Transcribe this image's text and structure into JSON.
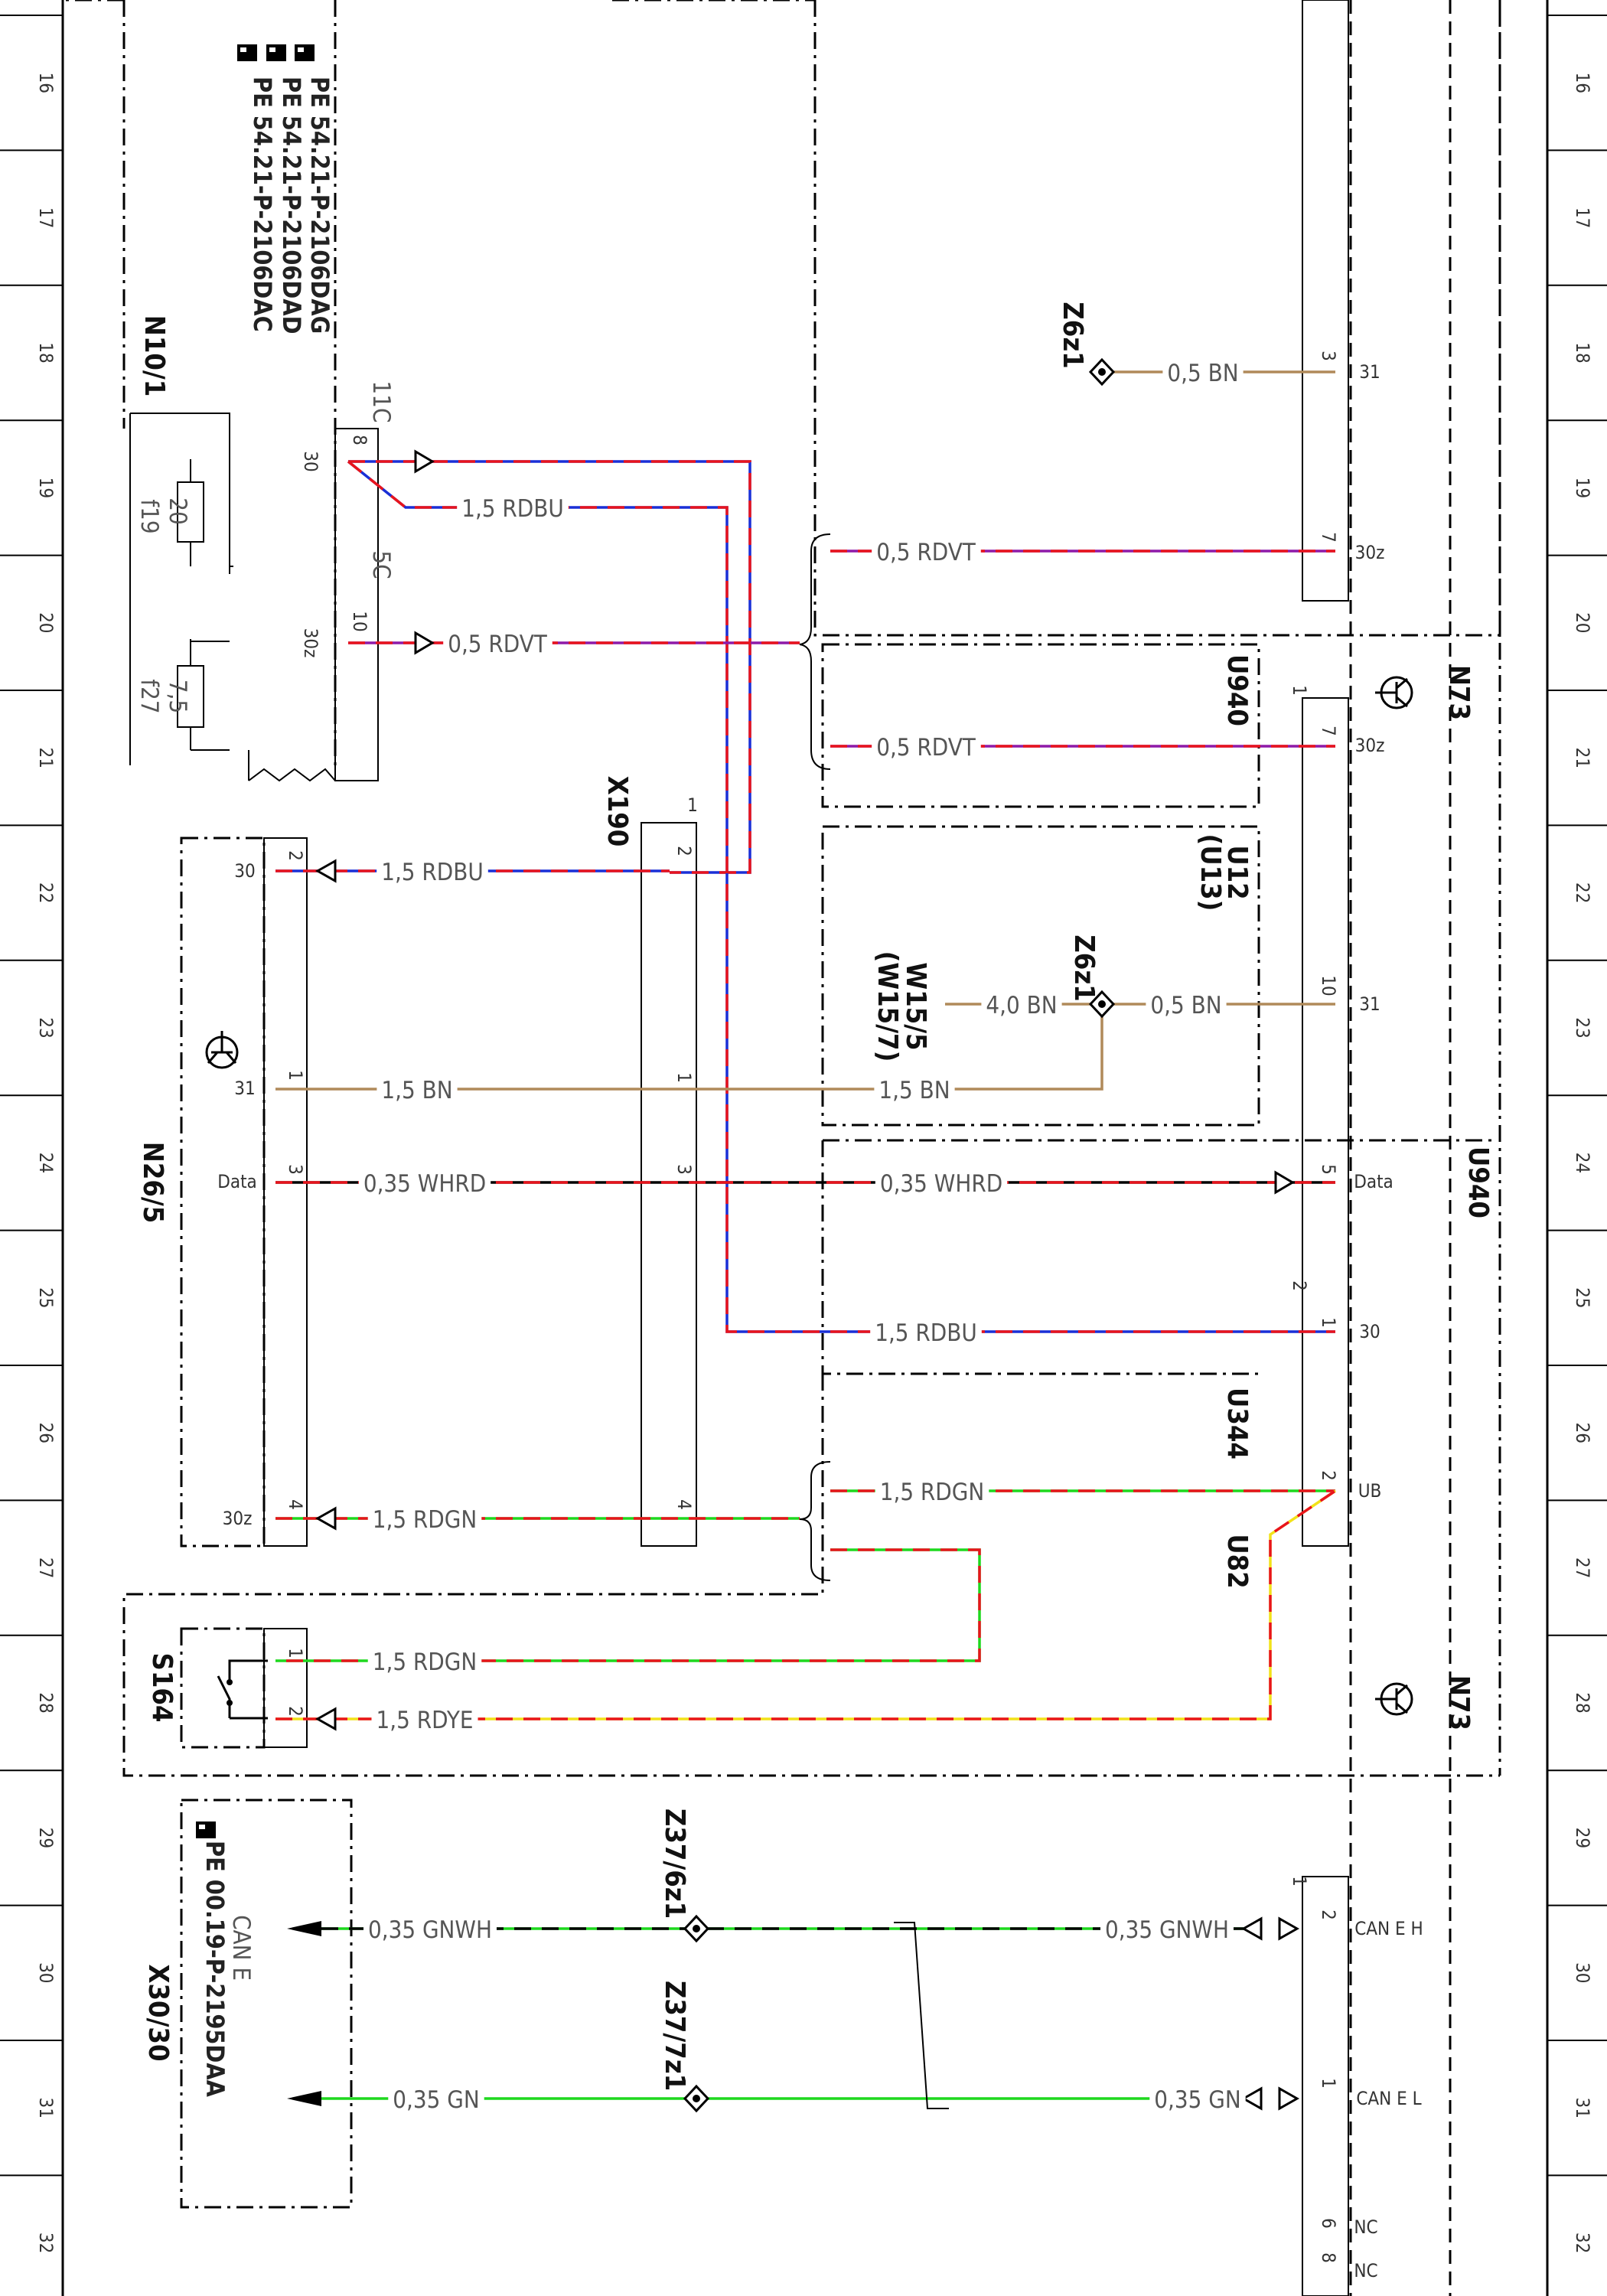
{
  "grid_rows": [
    "16",
    "17",
    "18",
    "19",
    "20",
    "21",
    "22",
    "23",
    "24",
    "25",
    "26",
    "27",
    "28",
    "29",
    "30",
    "31",
    "32"
  ],
  "components": {
    "n10_1": "N10/1",
    "n26_5": "N26/5",
    "x190": "X190",
    "n73_top": "N73",
    "n73_bottom": "N73",
    "u940_a": "U940",
    "u940_b": "U940",
    "u12": "U12",
    "u13": "(U13)",
    "u344": "U344",
    "u82": "U82",
    "s164": "S164",
    "w15_5": "W15/5",
    "w15_7": "(W15/7)",
    "z6z1_top": "Z6z1",
    "z6z1_mid": "Z6z1",
    "z37_6z1": "Z37/6z1",
    "z37_7z1": "Z37/7z1",
    "x30_30": "X30/30",
    "can_e": "CAN E",
    "f19": "f19",
    "f27": "f27",
    "fuse_f19": "20",
    "fuse_f27": "7,5",
    "conn_11c": "11C",
    "conn_5c": "5C"
  },
  "references": {
    "pe1": "PE 54.21-P-2106DAC",
    "pe2": "PE 54.21-P-2106DAD",
    "pe3": "PE 54.21-P-2106DAG",
    "pe_can": "PE 00.19-P-2195DAA"
  },
  "wire_labels": {
    "w_rdbu_19": "1,5 RDBU",
    "w_rdvt_20": "0,5 RDVT",
    "w_rdbu_22": "1,5 RDBU",
    "w_bn_23": "1,5 BN",
    "w_bn_23b": "1,5 BN",
    "w_whrd_24": "0,35 WHRD",
    "w_whrd_24b": "0,35 WHRD",
    "w_rdbu_25": "1,5 RDBU",
    "w_rdgn_26": "1,5 RDGN",
    "w_rdgn_26b": "1,5 RDGN",
    "w_rdgn_28": "1,5 RDGN",
    "w_rdye_28": "1,5 RDYE",
    "w_bn_18": "0,5 BN",
    "w_rdvt_19": "0,5 RDVT",
    "w_rdvt_21": "0,5 RDVT",
    "w_bn_23c": "4,0 BN",
    "w_bn_23d": "0,5 BN",
    "w_gnwh_l": "0,35 GNWH",
    "w_gnwh_r": "0,35 GNWH",
    "w_gn_l": "0,35 GN",
    "w_gn_r": "0,35 GN"
  },
  "pins": {
    "p30": "30",
    "p30z": "30z",
    "p8": "8",
    "p10": "10",
    "n26_p2": "2",
    "n26_p1": "1",
    "n26_p3": "3",
    "n26_p4": "4",
    "n26_30": "30",
    "n26_31": "31",
    "n26_data": "Data",
    "n26_30z": "30z",
    "x_p2": "2",
    "x_p1": "1",
    "x_p3": "3",
    "x_p4": "4",
    "x_top": "1",
    "r_31a": "31",
    "r_30za": "30z",
    "r_30zb": "30z",
    "r_31b": "31",
    "r_data": "Data",
    "r_30": "30",
    "r_ub": "UB",
    "r_canh": "CAN E H",
    "r_canl": "CAN E L",
    "r_nc1": "NC",
    "r_nc2": "NC",
    "r_n3": "3",
    "r_n7a": "7",
    "r_n7b": "7",
    "r_n1a": "1",
    "r_n10": "10",
    "r_n5": "5",
    "r_n1b": "1",
    "r_n2a": "2",
    "r_n2b": "2",
    "r_n2c": "2",
    "r_n1c": "1",
    "r_n1d": "1",
    "r_n6": "6",
    "r_n8": "8",
    "s_p1": "1",
    "s_p2": "2"
  },
  "colors": {
    "RD": "#e8141c",
    "BU": "#1a2fd6",
    "VT": "#8e1aa8",
    "BN": "#b08a5a",
    "WH": "#ffffff",
    "GN": "#1ed81e",
    "YE": "#f2e21a",
    "BK": "#000000"
  }
}
